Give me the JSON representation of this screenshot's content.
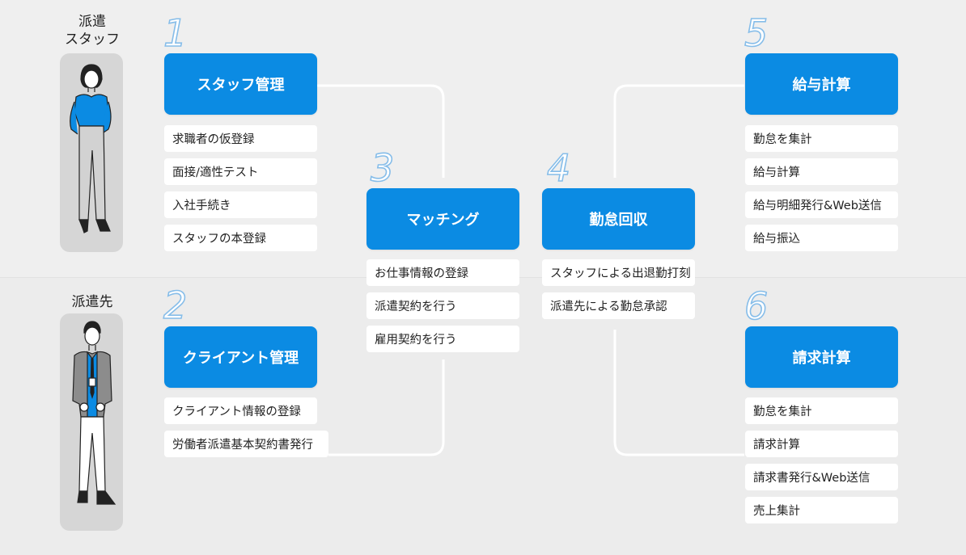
{
  "roles": {
    "staff": "派遣\nスタッフ",
    "client": "派遣先"
  },
  "steps": [
    {
      "num": "1",
      "title": "スタッフ管理",
      "items": [
        "求職者の仮登録",
        "面接/適性テスト",
        "入社手続き",
        "スタッフの本登録"
      ]
    },
    {
      "num": "2",
      "title": "クライアント管理",
      "items": [
        "クライアント情報の登録",
        "労働者派遣基本契約書発行"
      ]
    },
    {
      "num": "3",
      "title": "マッチング",
      "items": [
        "お仕事情報の登録",
        "派遣契約を行う",
        "雇用契約を行う"
      ]
    },
    {
      "num": "4",
      "title": "勤怠回収",
      "items": [
        "スタッフによる出退勤打刻",
        "派遣先による勤怠承認"
      ]
    },
    {
      "num": "5",
      "title": "給与計算",
      "items": [
        "勤怠を集計",
        "給与計算",
        "給与明細発行&Web送信",
        "給与振込"
      ]
    },
    {
      "num": "6",
      "title": "請求計算",
      "items": [
        "勤怠を集計",
        "請求計算",
        "請求書発行&Web送信",
        "売上集計"
      ]
    }
  ],
  "colors": {
    "accent": "#0b8be3",
    "outline": "#86bde9",
    "connector": "#ffffff"
  }
}
